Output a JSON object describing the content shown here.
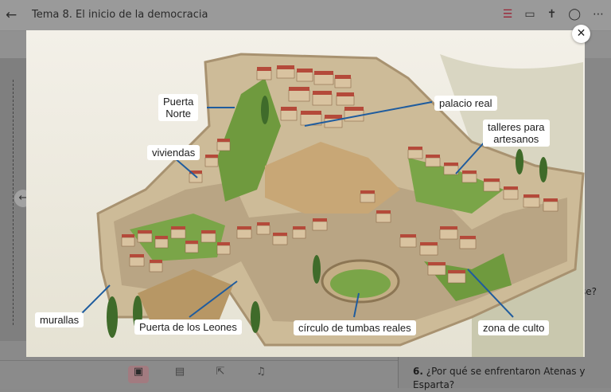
{
  "header": {
    "back_icon": "back-arrow-icon",
    "title": "Tema 8. El inicio de la democracia",
    "icons": [
      "list-icon",
      "presentation-icon",
      "accessibility-icon",
      "chat-icon",
      "more-icon"
    ],
    "accent_color": "#9b2335"
  },
  "modal": {
    "close_icon": "close-icon",
    "labels": {
      "puerta_norte": "Puerta\nNorte",
      "palacio_real": "palacio real",
      "talleres": "talleres para\nartesanos",
      "viviendas": "viviendas",
      "murallas": "murallas",
      "puerta_leones": "Puerta de los Leones",
      "circulo_tumbas": "círculo de tumbas reales",
      "zona_culto": "zona de culto"
    }
  },
  "right_panel": {
    "question_tail": "se?",
    "question6_number": "6.",
    "question6_text": "¿Por qué se enfrentaron Atenas y Esparta?"
  },
  "bottom_bar": {
    "icons": [
      "book-icon",
      "clipboard-icon",
      "external-link-icon",
      "music-icon"
    ]
  }
}
